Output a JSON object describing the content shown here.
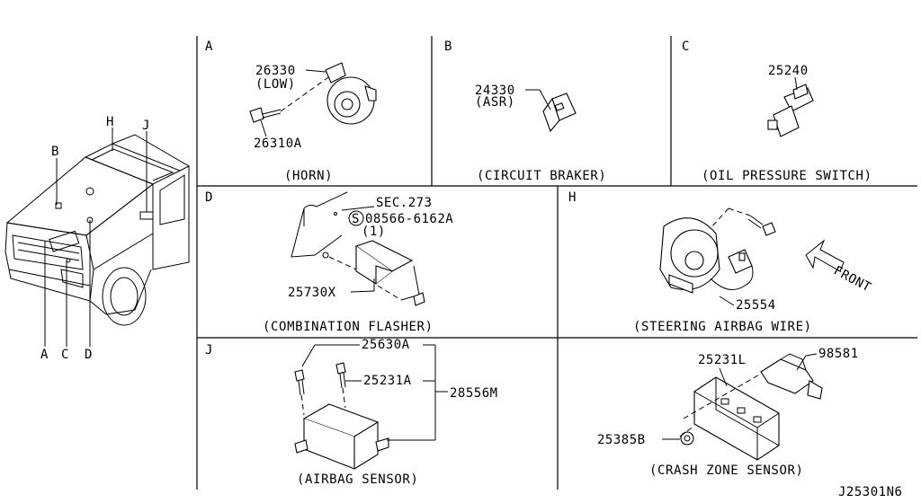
{
  "diagram_id": "J25301N6",
  "vehicle_callouts": [
    "A",
    "B",
    "C",
    "D",
    "H",
    "J"
  ],
  "panels": {
    "A": {
      "letter": "A",
      "caption": "(HORN)",
      "parts": [
        "26330",
        "(LOW)",
        "26310A"
      ]
    },
    "B": {
      "letter": "B",
      "caption": "(CIRCUIT BRAKER)",
      "parts": [
        "24330",
        "(ASR)"
      ]
    },
    "C": {
      "letter": "C",
      "caption": "(OIL PRESSURE SWITCH)",
      "parts": [
        "25240"
      ]
    },
    "D": {
      "letter": "D",
      "caption": "(COMBINATION FLASHER)",
      "parts": [
        "SEC.273",
        "08566-6162A",
        "(1)",
        "25730X"
      ],
      "symbol": "S"
    },
    "H": {
      "letter": "H",
      "caption": "(STEERING AIRBAG WIRE)",
      "parts": [
        "25554"
      ],
      "direction_label": "FRONT"
    },
    "J": {
      "letter": "J",
      "caption": "(AIRBAG SENSOR)",
      "parts": [
        "25630A",
        "25231A",
        "28556M"
      ]
    },
    "K": {
      "caption": "(CRASH ZONE SENSOR)",
      "parts": [
        "25231L",
        "98581",
        "25385B"
      ]
    }
  }
}
